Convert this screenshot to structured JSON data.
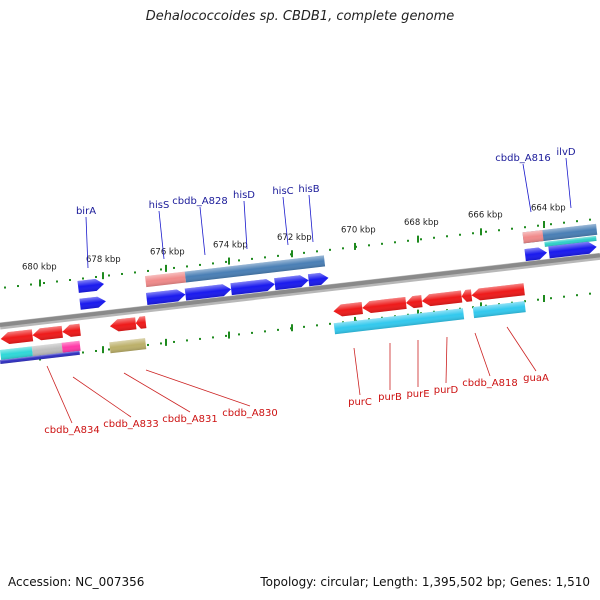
{
  "title": "Dehalococcoides sp. CBDB1, complete genome",
  "footer": {
    "accession": "Accession: NC_007356",
    "stats": "Topology: circular; Length: 1,395,502 bp; Genes: 1,510"
  },
  "colors": {
    "forward_cds": "#1a1aee",
    "reverse_cds": "#ee1a1a",
    "forward_feature": "#4a7fb5",
    "reverse_feature": "#33c9ee",
    "forward_label": "#1a1a99",
    "reverse_label": "#cc1111",
    "ruler": "#1e8a1e",
    "backbone": "#8a8a8a"
  },
  "scale_ticks": [
    "680 kbp",
    "678 kbp",
    "676 kbp",
    "674 kbp",
    "672 kbp",
    "670 kbp",
    "668 kbp",
    "666 kbp",
    "664 kbp"
  ],
  "forward_labels": [
    "birA",
    "hisS",
    "cbdb_A828",
    "hisD",
    "hisC",
    "hisB",
    "cbdb_A816",
    "ilvD"
  ],
  "reverse_labels": [
    "cbdb_A834",
    "cbdb_A833",
    "cbdb_A831",
    "cbdb_A830",
    "purC",
    "purB",
    "purE",
    "purD",
    "cbdb_A818",
    "guaA"
  ]
}
